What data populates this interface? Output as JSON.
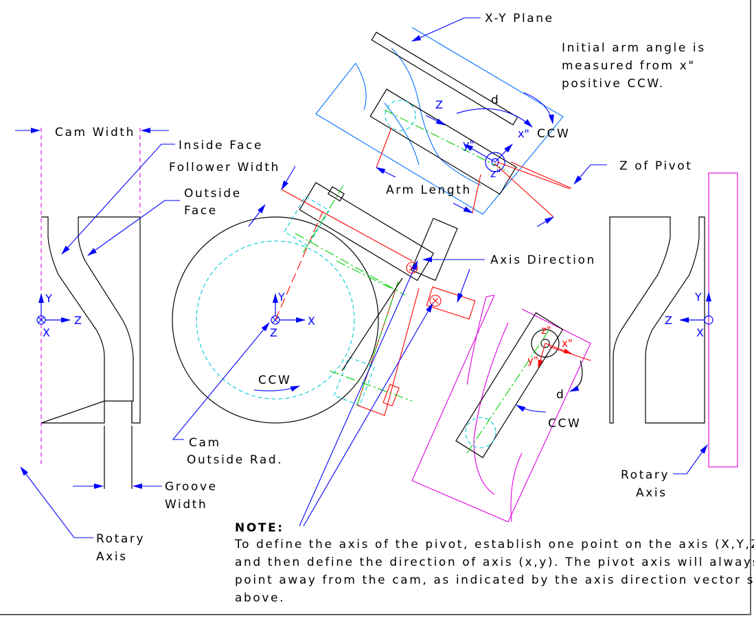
{
  "labels": {
    "xy_plane": "X-Y Plane",
    "initial_arm_1": "Initial arm angle is",
    "initial_arm_2": "measured from x\"",
    "initial_arm_3": "positive CCW.",
    "cam_width": "Cam Width",
    "inside_face": "Inside Face",
    "follower_width": "Follower Width",
    "outside_face_1": "Outside",
    "outside_face_2": "Face",
    "arm_length": "Arm Length",
    "z_of_pivot": "Z of Pivot",
    "axis_direction": "Axis Direction",
    "d_top": "d",
    "ccw_top": "CCW",
    "ccw_left": "CCW",
    "ccw_bottom": "CCW",
    "d_bottom": "d",
    "cam_outside_1": "Cam",
    "cam_outside_2": "Outside Rad.",
    "groove_1": "Groove",
    "groove_2": "Width",
    "rotary_left_1": "Rotary",
    "rotary_left_2": "Axis",
    "rotary_right_1": "Rotary",
    "rotary_right_2": "Axis"
  },
  "axis_labels": {
    "left_y": "Y",
    "left_z": "Z",
    "left_x": "X",
    "center_y": "Y",
    "center_x": "X",
    "center_z": "Z",
    "right_y": "Y",
    "right_z": "Z",
    "right_x": "X",
    "top_z": "Z",
    "top_x2": "x\"",
    "top_y2": "y\"",
    "top_z2": "z\"",
    "bot_z2": "z\"",
    "bot_x2": "x\"",
    "bot_y2": "y\""
  },
  "note": {
    "title": "NOTE:",
    "line1": "To define the axis of the pivot, establish one point on the axis (X,Y,Z)",
    "line2": "and then define the direction of axis (x,y).  The pivot axis will always",
    "line3": "point away from the cam, as indicated by the axis direction vector shown",
    "line4": "above."
  },
  "colors": {
    "annotation": "#0000ff",
    "outline": "#000000",
    "follower_top": "#0072ff",
    "follower_red": "#ff0000",
    "centerline": "#00cc00",
    "pitch_circle": "#00c8d8",
    "follower_bottom": "#e000e0"
  }
}
